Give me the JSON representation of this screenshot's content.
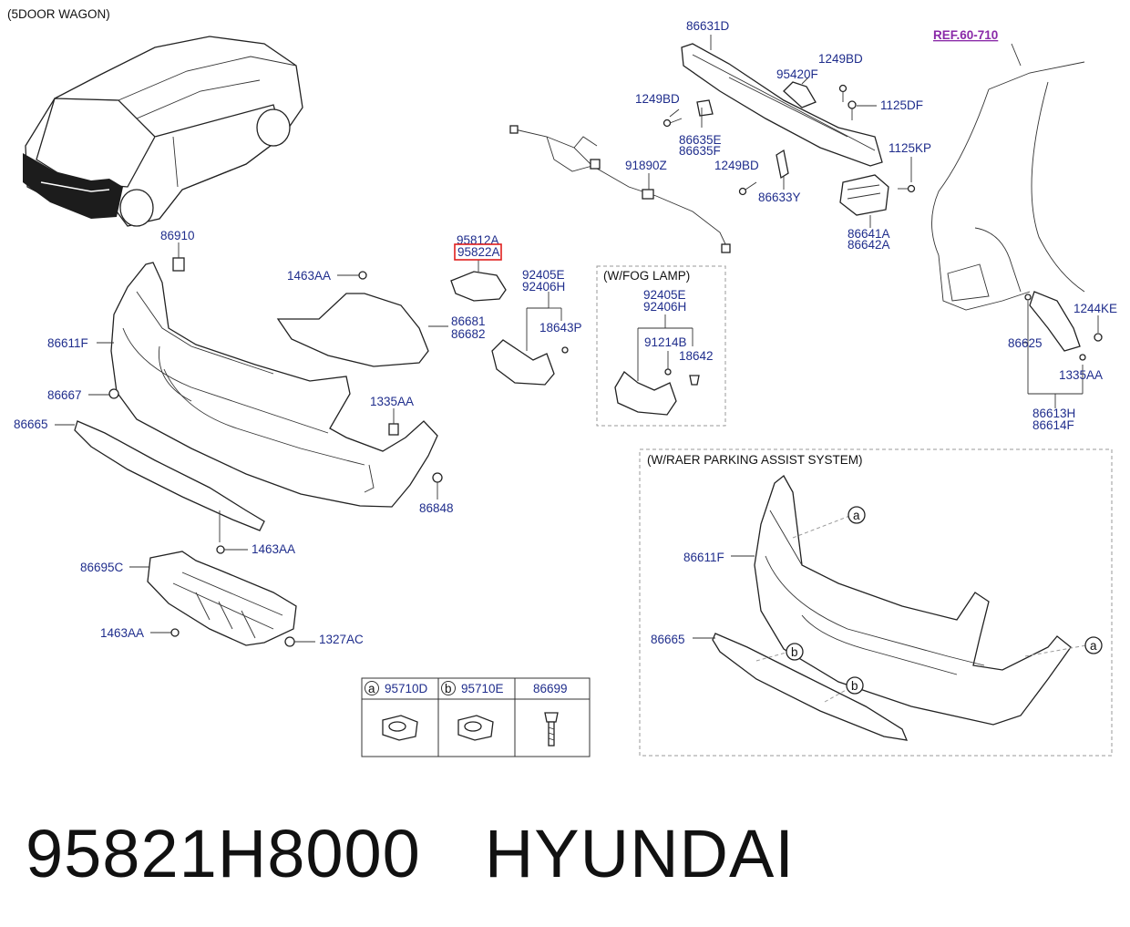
{
  "header": {
    "variant": "(5DOOR WAGON)"
  },
  "reference": "REF.60-710",
  "highlight_color": "#e0201e",
  "label_color": "#1f2d8c",
  "labels": {
    "p86631D": "86631D",
    "p1249BD_a": "1249BD",
    "p95420F": "95420F",
    "p1249BD_b": "1249BD",
    "p1125DF": "1125DF",
    "p86635E": "86635E",
    "p86635F": "86635F",
    "p91890Z": "91890Z",
    "p1249BD_c": "1249BD",
    "p1125KP": "1125KP",
    "p86633Y": "86633Y",
    "p86641A": "86641A",
    "p86642A": "86642A",
    "p86910": "86910",
    "p95812A": "95812A",
    "p95822A": "95822A",
    "p1463AA_a": "1463AA",
    "p86681": "86681",
    "p86682": "86682",
    "p86611F": "86611F",
    "p92405E": "92405E",
    "p92406H": "92406H",
    "p18643P": "18643P",
    "p86667": "86667",
    "p1335AA_a": "1335AA",
    "p86665": "86665",
    "p86848": "86848",
    "p1463AA_b": "1463AA",
    "p86695C": "86695C",
    "p1463AA_c": "1463AA",
    "p1327AC": "1327AC",
    "p1244KE": "1244KE",
    "p86625": "86625",
    "p1335AA_b": "1335AA",
    "p86613H": "86613H",
    "p86614F": "86614F"
  },
  "fog_lamp": {
    "title": "(W/FOG LAMP)",
    "p92405E": "92405E",
    "p92406H": "92406H",
    "p91214B": "91214B",
    "p18642": "18642"
  },
  "parking_assist": {
    "title": "(W/RAER PARKING ASSIST SYSTEM)",
    "p86611F": "86611F",
    "p86665": "86665",
    "callout_a": "a",
    "callout_b": "b"
  },
  "legend_table": {
    "columns": [
      {
        "letter": "a",
        "part": "95710D"
      },
      {
        "letter": "b",
        "part": "95710E"
      },
      {
        "letter": "",
        "part": "86699"
      }
    ]
  },
  "footer": {
    "part_number": "95821H8000",
    "brand": "HYUNDAI"
  }
}
